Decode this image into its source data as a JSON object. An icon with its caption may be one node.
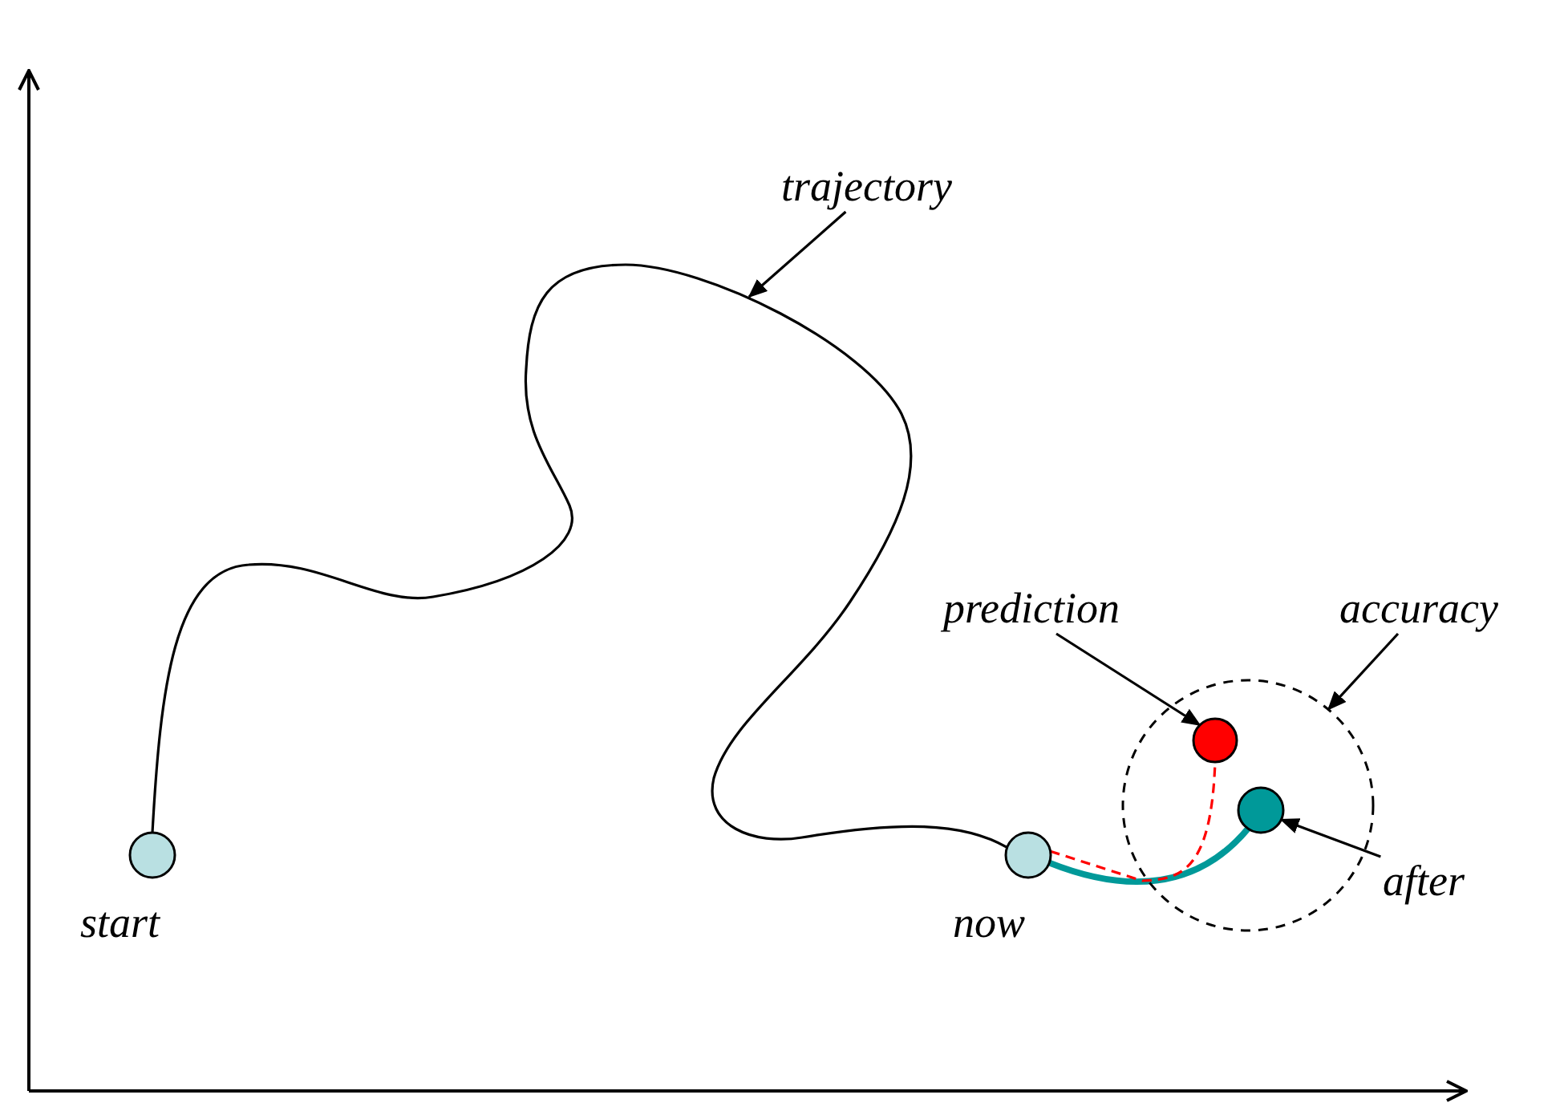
{
  "diagram": {
    "nodes": [
      {
        "text": [],
        "shape": "circle",
        "beside": [
          "start"
        ]
      },
      {
        "text": [],
        "shape": "circle",
        "beside": [
          "now"
        ]
      },
      {
        "text": [],
        "shape": "circle"
      },
      {
        "text": [],
        "shape": "circle",
        "in": 2
      },
      {
        "text": [],
        "shape": "circle",
        "in": 2
      },
      {
        "text": [
          "trajectory"
        ]
      },
      {
        "text": [
          "prediction"
        ]
      },
      {
        "text": [
          "accuracy"
        ]
      },
      {
        "text": [
          "after"
        ]
      }
    ],
    "edges": [
      {
        "from": 0,
        "to": 1,
        "arrow": "none"
      },
      {
        "from": 1,
        "to": 4,
        "arrow": "none",
        "style": "thick",
        "color": "#009999"
      },
      {
        "from": 1,
        "to": 3,
        "arrow": "none",
        "style": "dashed",
        "color": "#ff0000"
      },
      {
        "from": 5,
        "to": null,
        "arrow": "to"
      },
      {
        "from": 6,
        "to": 3,
        "arrow": "to"
      },
      {
        "from": 7,
        "to": 2,
        "arrow": "to"
      },
      {
        "from": 8,
        "to": 4,
        "arrow": "to"
      }
    ]
  }
}
